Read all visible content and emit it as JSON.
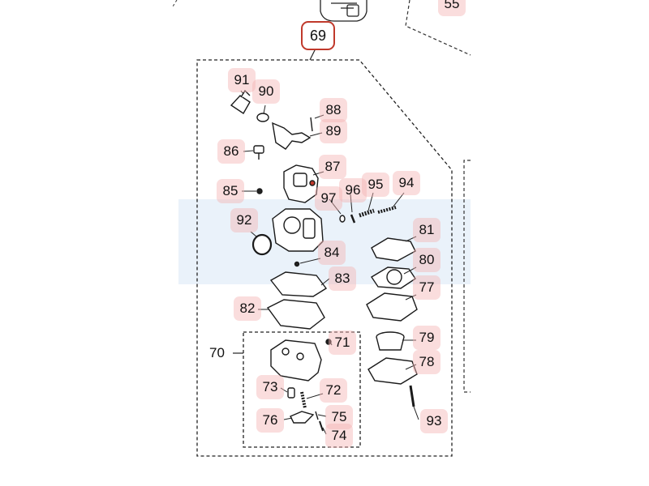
{
  "diagram": {
    "main_callout": "69",
    "sub_assembly_callout": "70",
    "top_partial_label": "55",
    "part_labels": [
      {
        "id": "91",
        "name": "part-91"
      },
      {
        "id": "90",
        "name": "part-90"
      },
      {
        "id": "88",
        "name": "part-88"
      },
      {
        "id": "89",
        "name": "part-89"
      },
      {
        "id": "86",
        "name": "part-86"
      },
      {
        "id": "87",
        "name": "part-87"
      },
      {
        "id": "85",
        "name": "part-85"
      },
      {
        "id": "97",
        "name": "part-97"
      },
      {
        "id": "96",
        "name": "part-96"
      },
      {
        "id": "95",
        "name": "part-95"
      },
      {
        "id": "94",
        "name": "part-94"
      },
      {
        "id": "92",
        "name": "part-92"
      },
      {
        "id": "81",
        "name": "part-81"
      },
      {
        "id": "84",
        "name": "part-84"
      },
      {
        "id": "80",
        "name": "part-80"
      },
      {
        "id": "83",
        "name": "part-83"
      },
      {
        "id": "77",
        "name": "part-77"
      },
      {
        "id": "82",
        "name": "part-82"
      },
      {
        "id": "79",
        "name": "part-79"
      },
      {
        "id": "71",
        "name": "part-71"
      },
      {
        "id": "78",
        "name": "part-78"
      },
      {
        "id": "73",
        "name": "part-73"
      },
      {
        "id": "72",
        "name": "part-72"
      },
      {
        "id": "75",
        "name": "part-75"
      },
      {
        "id": "76",
        "name": "part-76"
      },
      {
        "id": "93",
        "name": "part-93"
      },
      {
        "id": "74",
        "name": "part-74"
      }
    ]
  }
}
